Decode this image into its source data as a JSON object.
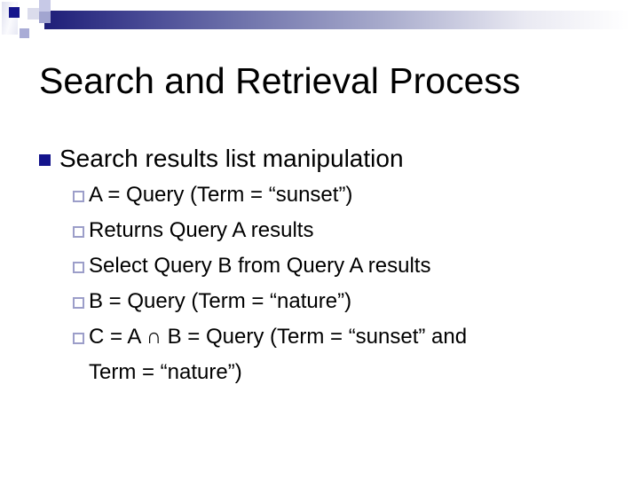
{
  "theme": {
    "bullet-navy": "#14148C",
    "sub-bullet-border": "#9C9EC9",
    "bar-dark": "#1E1E78"
  },
  "slide": {
    "title": "Search and Retrieval Process",
    "bullet": {
      "label": "Search results list manipulation"
    },
    "sub_bullets": [
      {
        "text": "A = Query (Term = “sunset”)"
      },
      {
        "text": "Returns Query A results"
      },
      {
        "text": "Select Query B from Query A results"
      },
      {
        "text": "B = Query (Term = “nature”)"
      }
    ],
    "sub_bullet_wrapped": {
      "line1": "C = A ∩ B = Query (Term = “sunset” and",
      "line2": "Term = “nature”)"
    }
  }
}
